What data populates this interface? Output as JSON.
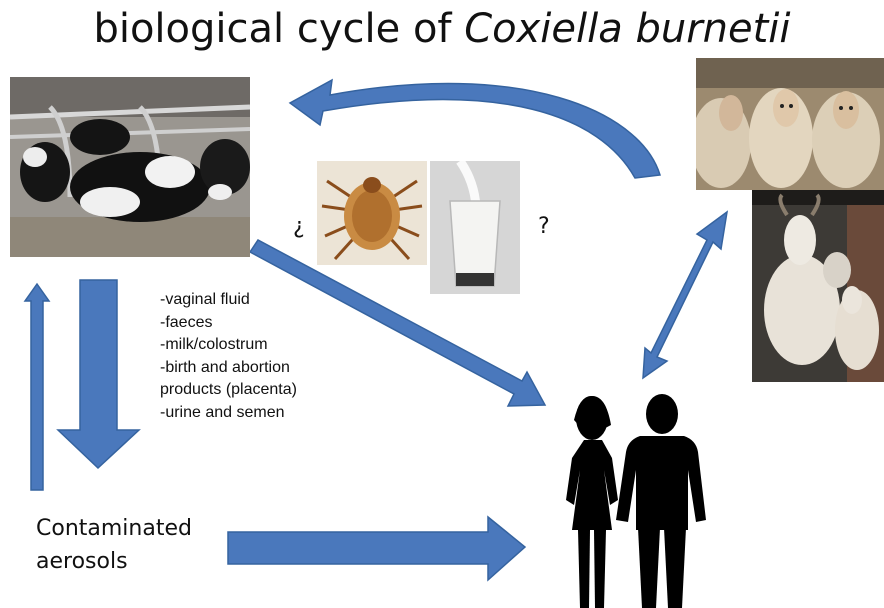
{
  "title": {
    "prefix": "biological cycle of ",
    "organism": "Coxiella burnetii"
  },
  "images": {
    "cows": "cows-in-stall-photo",
    "sheep": "sheep-flock-photo",
    "goats": "goats-photo",
    "tick": "tick-photo",
    "milk": "milk-glass-photo"
  },
  "question_marks": {
    "left": "¿",
    "right": "?"
  },
  "transmission_routes": [
    "-vaginal fluid",
    "-faeces",
    "-milk/colostrum",
    "-birth and abortion",
    "products (placenta)",
    "-urine and semen"
  ],
  "aerosols_label": [
    "Contaminated",
    "aerosols"
  ],
  "arrow_color": "#4a78bc",
  "arrow_stroke": "#35639f"
}
